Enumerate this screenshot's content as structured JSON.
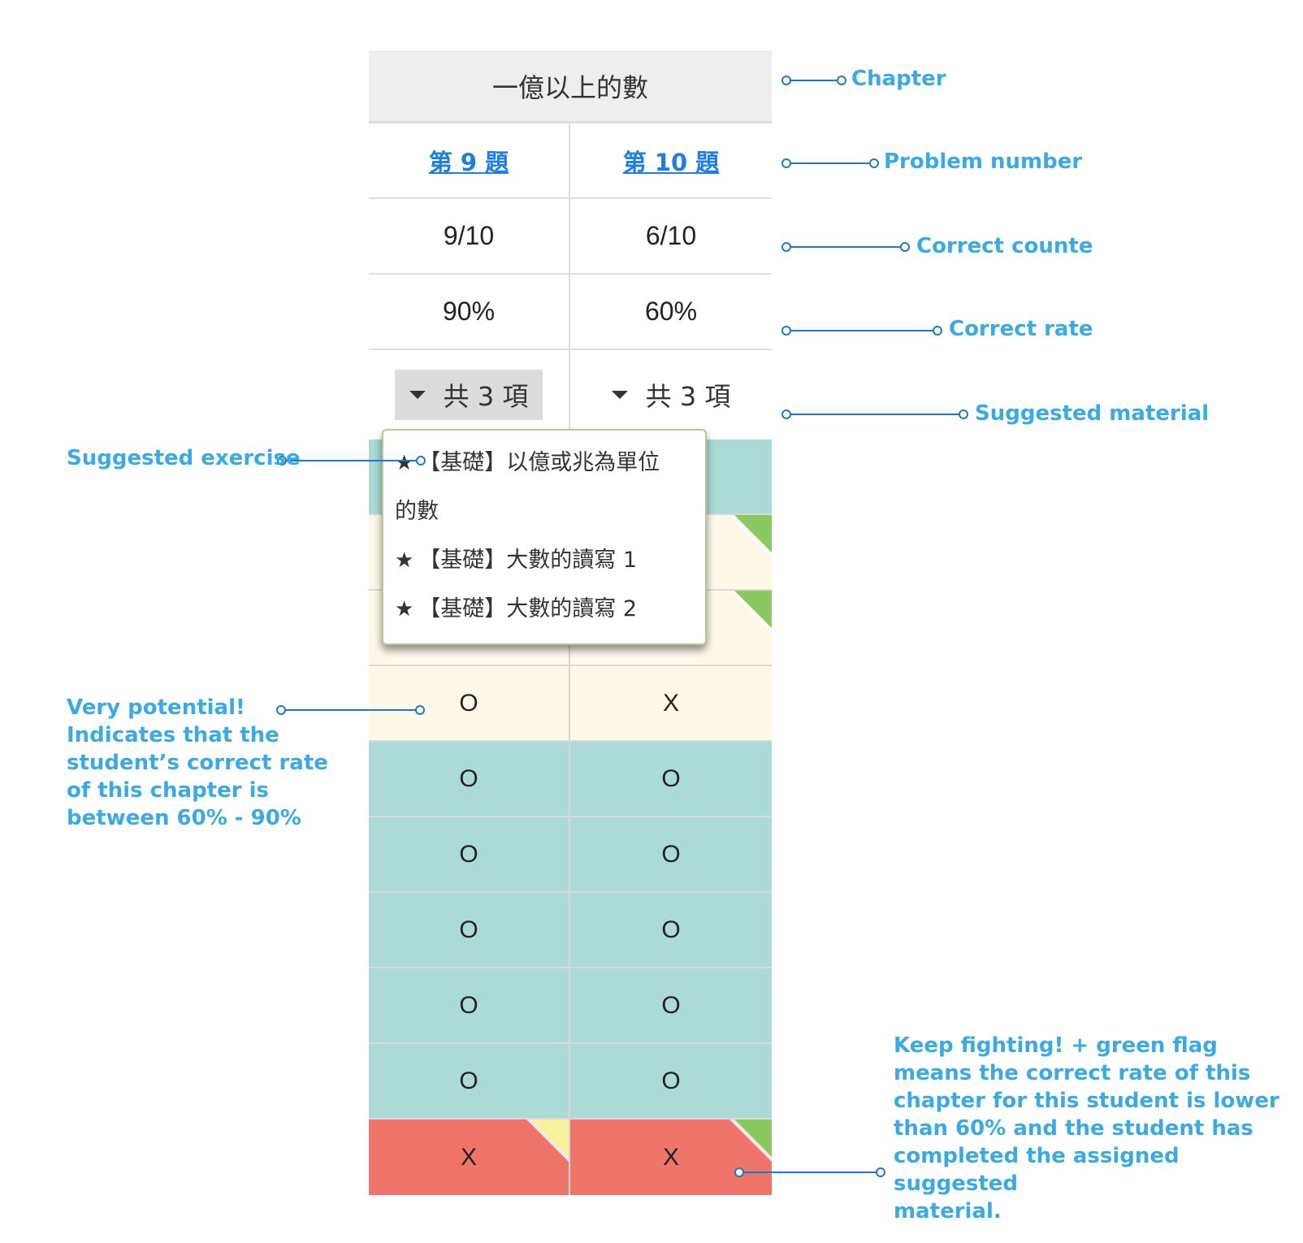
{
  "chapter": {
    "title": "一億以上的數"
  },
  "problems": [
    {
      "link_label": "第 9 題",
      "correct_count": "9/10",
      "correct_rate": "90%",
      "suggested_label": "共 3 項"
    },
    {
      "link_label": "第 10 題",
      "correct_count": "6/10",
      "correct_rate": "60%",
      "suggested_label": "共 3 項"
    }
  ],
  "popup": {
    "items": [
      {
        "icon": "star-icon",
        "line1": "【基礎】以億或兆為單位",
        "line2": "的數"
      },
      {
        "icon": "star-icon",
        "line1": "【基礎】大數的讀寫 1"
      },
      {
        "icon": "star-icon",
        "line1": "【基礎】大數的讀寫 2"
      }
    ]
  },
  "student_rows": [
    {
      "status": "teal",
      "marks": [
        "",
        ""
      ]
    },
    {
      "status": "cream",
      "marks": [
        "",
        ""
      ]
    },
    {
      "status": "cream",
      "marks": [
        "",
        ""
      ]
    },
    {
      "status": "cream",
      "marks": [
        "O",
        "X"
      ]
    },
    {
      "status": "teal",
      "marks": [
        "O",
        "O"
      ]
    },
    {
      "status": "teal",
      "marks": [
        "O",
        "O"
      ]
    },
    {
      "status": "teal",
      "marks": [
        "O",
        "O"
      ]
    },
    {
      "status": "teal",
      "marks": [
        "O",
        "O"
      ]
    },
    {
      "status": "teal",
      "marks": [
        "O",
        "O"
      ]
    },
    {
      "status": "red",
      "marks": [
        "X",
        "X"
      ]
    }
  ],
  "annotations": {
    "chapter": "Chapter",
    "problem_number": "Problem number",
    "correct_count": "Correct counte",
    "correct_rate": "Correct rate",
    "suggested_material": "Suggested material",
    "suggested_exercise": "Suggested exercise",
    "very_potential": "Very potential!\nIndicates that the\nstudent’s correct rate\nof this chapter is\nbetween 60% - 90%",
    "keep_fighting": "Keep fighting! + green flag\nmeans the correct rate of this\nchapter for this student is lower\nthan 60% and the student has\ncompleted the assigned suggested\nmaterial."
  },
  "colors": {
    "accent": "#3aaae6",
    "teal": "#acdad6",
    "cream": "#fdf8e8",
    "red": "#ef7469",
    "flag_green": "#8bc860",
    "flag_yellow": "#f8f29a",
    "link": "#1e7fe0"
  }
}
